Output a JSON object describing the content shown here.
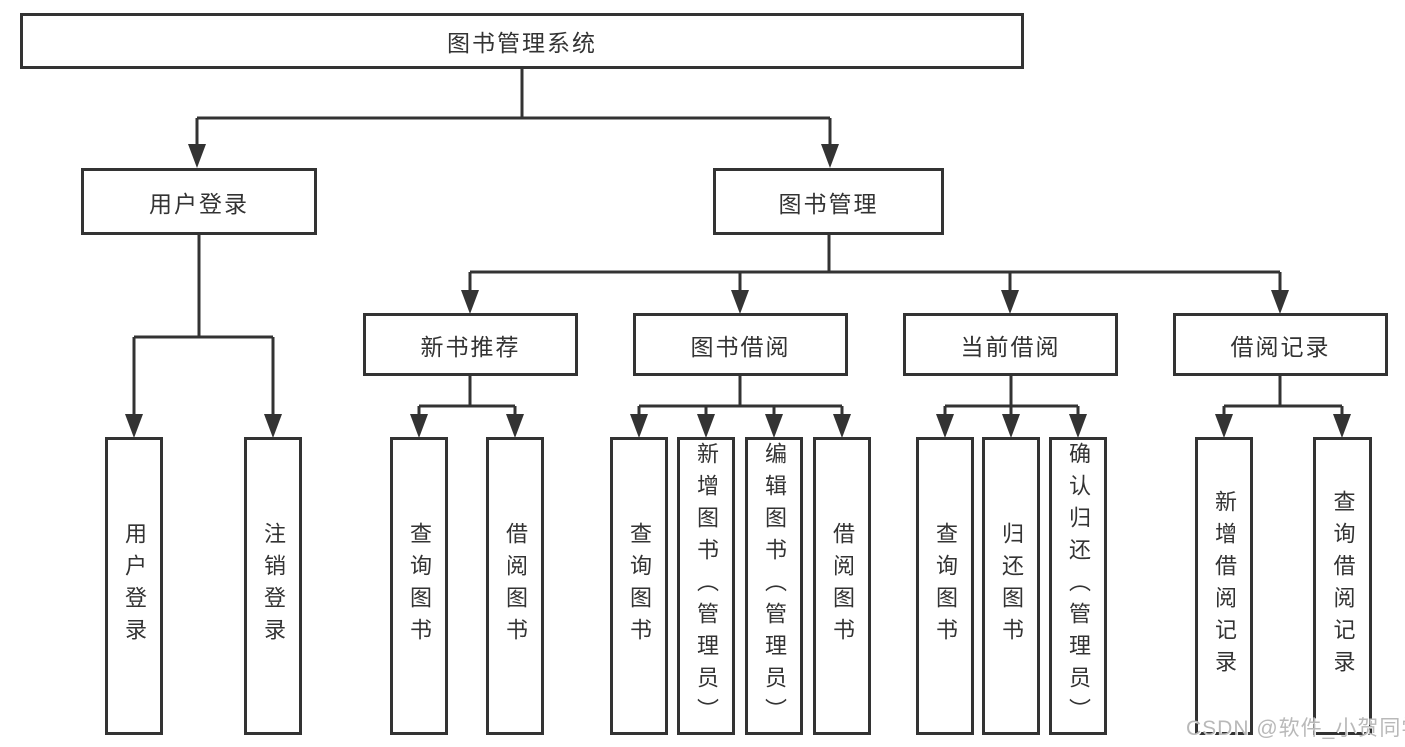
{
  "diagram": {
    "root": {
      "label": "图书管理系统",
      "children": [
        {
          "label": "用户登录",
          "children": [
            {
              "label": "用户登录"
            },
            {
              "label": "注销登录"
            }
          ]
        },
        {
          "label": "图书管理",
          "children": [
            {
              "label": "新书推荐",
              "children": [
                {
                  "label": "查询图书"
                },
                {
                  "label": "借阅图书"
                }
              ]
            },
            {
              "label": "图书借阅",
              "children": [
                {
                  "label": "查询图书"
                },
                {
                  "label": "新增图书（管理员）"
                },
                {
                  "label": "编辑图书（管理员）"
                },
                {
                  "label": "借阅图书"
                }
              ]
            },
            {
              "label": "当前借阅",
              "children": [
                {
                  "label": "查询图书"
                },
                {
                  "label": "归还图书"
                },
                {
                  "label": "确认归还（管理员）"
                }
              ]
            },
            {
              "label": "借阅记录",
              "children": [
                {
                  "label": "新增借阅记录"
                },
                {
                  "label": "查询借阅记录"
                }
              ]
            }
          ]
        }
      ]
    }
  },
  "watermark": {
    "text": "CSDN @软件_小贺同学"
  },
  "colors": {
    "line": "#333333",
    "box_border": "#333333",
    "text": "#333333",
    "watermark_text": "#b9b9b9"
  }
}
